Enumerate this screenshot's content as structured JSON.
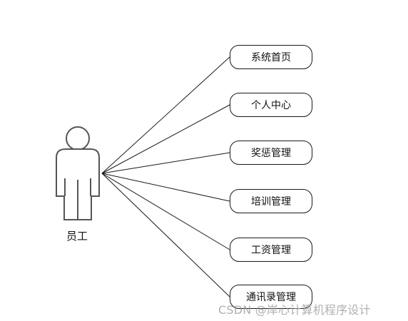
{
  "actor": {
    "label": "员工",
    "icon": "person-actor-icon"
  },
  "use_cases": [
    {
      "label": "系统首页"
    },
    {
      "label": "个人中心"
    },
    {
      "label": "奖惩管理"
    },
    {
      "label": "培训管理"
    },
    {
      "label": "工资管理"
    },
    {
      "label": "通讯录管理"
    }
  ],
  "watermark": "CSDN @岸心计算机程序设计",
  "colors": {
    "line": "#1a1a1a",
    "actor_stroke": "#555555",
    "background": "#ffffff"
  }
}
